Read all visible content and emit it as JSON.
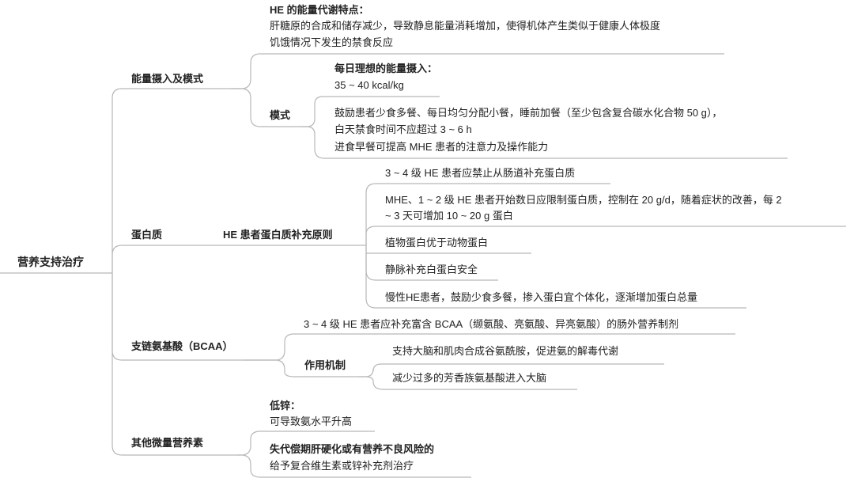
{
  "root": "营养支持治疗",
  "energy": {
    "label": "能量摄入及模式",
    "feature_title": "HE 的能量代谢特点：",
    "feature_line1": "肝糖原的合成和储存减少，导致静息能量消耗增加，使得机体产生类似于健康人体极度",
    "feature_line2": "饥饿情况下发生的禁食反应",
    "mode_label": "模式",
    "ideal_title": "每日理想的能量摄入：",
    "ideal_value": "35 ~ 40 kcal/kg",
    "meal_line1": "鼓励患者少食多餐、每日均匀分配小餐，睡前加餐（至少包含复合碳水化合物 50 g），",
    "meal_line2": "白天禁食时间不应超过 3 ~ 6 h",
    "meal_line3": "进食早餐可提高 MHE 患者的注意力及操作能力"
  },
  "protein": {
    "label": "蛋白质",
    "principle_label": "HE 患者蛋白质补充原则",
    "items": [
      "3 ~ 4 级 HE 患者应禁止从肠道补充蛋白质",
      "MHE、1 ~ 2 级 HE 患者开始数日应限制蛋白质，控制在 20 g/d，随着症状的改善，每 2",
      "~ 3 天可增加 10 ~ 20 g 蛋白",
      "植物蛋白优于动物蛋白",
      "静脉补充白蛋白安全",
      "慢性HE患者，鼓励少食多餐，掺入蛋白宜个体化，逐渐增加蛋白总量"
    ]
  },
  "bcaa": {
    "label": "支链氨基酸（BCAA）",
    "item1": "3 ~ 4 级 HE 患者应补充富含 BCAA（缬氨酸、亮氨酸、异亮氨酸）的肠外营养制剂",
    "mechanism_label": "作用机制",
    "mech1": "支持大脑和肌肉合成谷氨酰胺，促进氨的解毒代谢",
    "mech2": "减少过多的芳香族氨基酸进入大脑"
  },
  "micro": {
    "label": "其他微量营养素",
    "zinc_title": "低锌：",
    "zinc_text": "可导致氨水平升高",
    "risk_title": "失代偿期肝硬化或有营养不良风险的",
    "risk_text": "给予复合维生素或锌补充剂治疗"
  }
}
